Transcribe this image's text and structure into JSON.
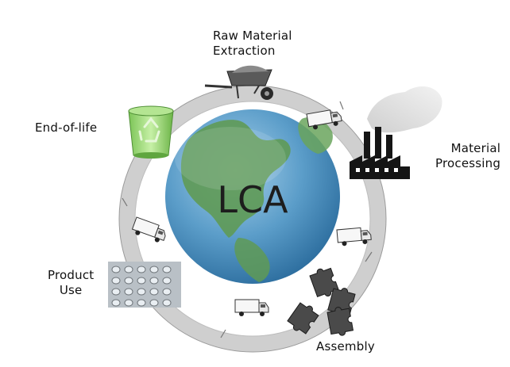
{
  "diagram": {
    "center_label": "LCA",
    "stages": {
      "raw_material": "Raw Material\nExtraction",
      "material_processing": "Material\nProcessing",
      "assembly": "Assembly",
      "product_use": "Product\nUse",
      "end_of_life": "End-of-life"
    },
    "icons": {
      "raw_material": "wheelbarrow-icon",
      "material_processing": "factory-icon",
      "assembly": "puzzle-pieces-icon",
      "product_use": "product-photo-icon",
      "end_of_life": "recycle-bin-icon",
      "transport": "truck-icon"
    },
    "colors": {
      "ring": "#cfcfcf",
      "ocean": "#3f86b8",
      "land": "#5f9a55",
      "bin": "#8ed36a"
    }
  }
}
